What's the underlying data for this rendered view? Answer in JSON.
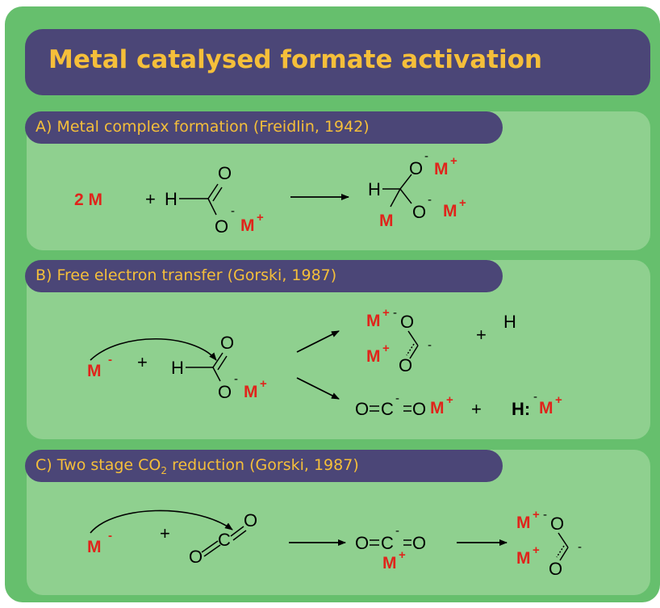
{
  "title": "Metal catalysed formate activation",
  "panels": [
    {
      "label": "A) Metal complex formation (Freidlin, 1942)"
    },
    {
      "label_pre": "C) Two stage CO",
      "label_sub": "2",
      "label_post": " reduction (Gorski, 1987)"
    }
  ],
  "panel_b_label": "B) Free electron transfer (Gorski, 1987)",
  "chem": {
    "metal": "M",
    "metal_coeff": "2 M",
    "oxygen": "O",
    "hydrogen": "H",
    "carbon": "C",
    "plus": "+",
    "minus": "-",
    "charge_plus": "+",
    "h_colon": "H:"
  },
  "colors": {
    "frame": "#66bf6d",
    "panel": "#8fd08f",
    "header": "#4b4677",
    "title_text": "#f5bf3a",
    "metal": "#e0241b"
  }
}
